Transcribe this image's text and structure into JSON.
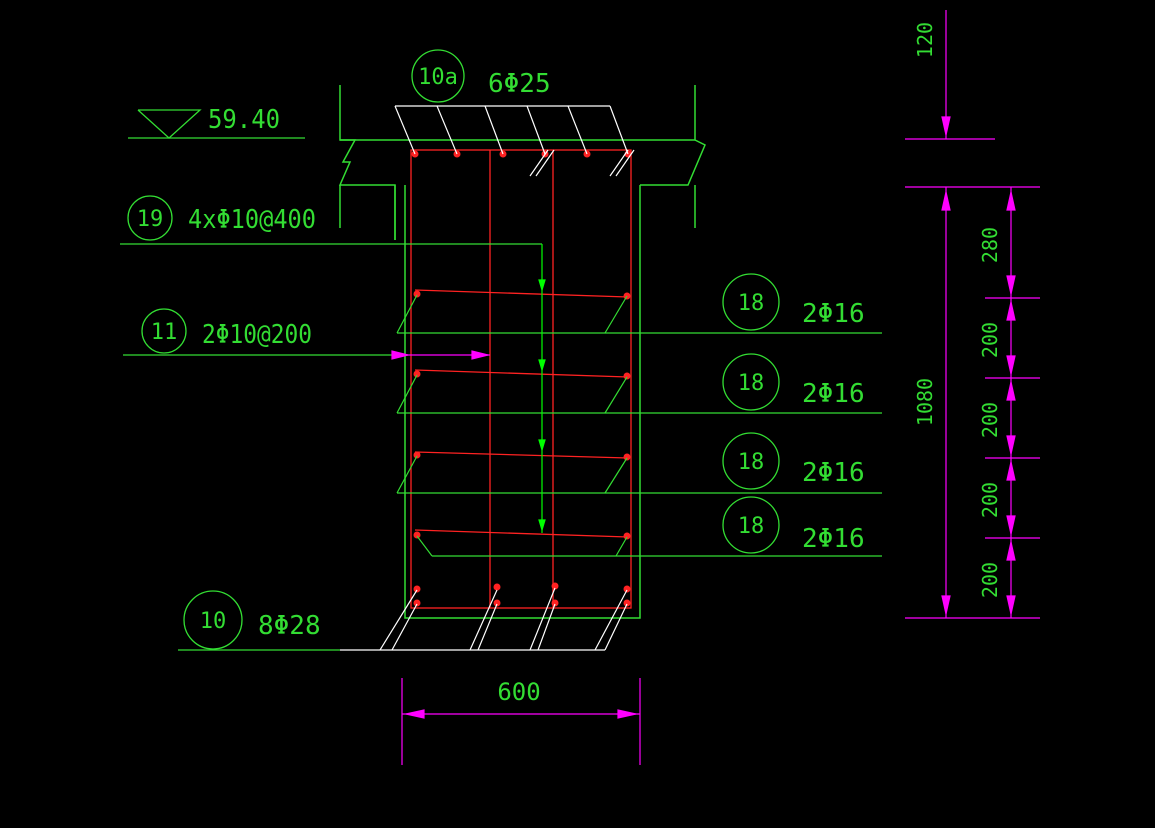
{
  "colors": {
    "background": "#000000",
    "concrete_outline": "#33dd33",
    "rebar": "#ff2222",
    "leader": "#ffffff",
    "dimension": "#ff00ff",
    "guide": "#00ff00"
  },
  "elevation": {
    "value": "59.40"
  },
  "callouts": [
    {
      "id": "10a",
      "spec": "6Φ25"
    },
    {
      "id": "19",
      "spec": "4xΦ10@400"
    },
    {
      "id": "11",
      "spec": "2Φ10@200"
    },
    {
      "id": "18",
      "spec": "2Φ16"
    },
    {
      "id": "18",
      "spec": "2Φ16"
    },
    {
      "id": "18",
      "spec": "2Φ16"
    },
    {
      "id": "18",
      "spec": "2Φ16"
    },
    {
      "id": "10",
      "spec": "8Φ28"
    }
  ],
  "dimensions": {
    "slab_thickness": "120",
    "total_height": "1080",
    "segments": [
      "280",
      "200",
      "200",
      "200",
      "200"
    ],
    "width": "600"
  }
}
